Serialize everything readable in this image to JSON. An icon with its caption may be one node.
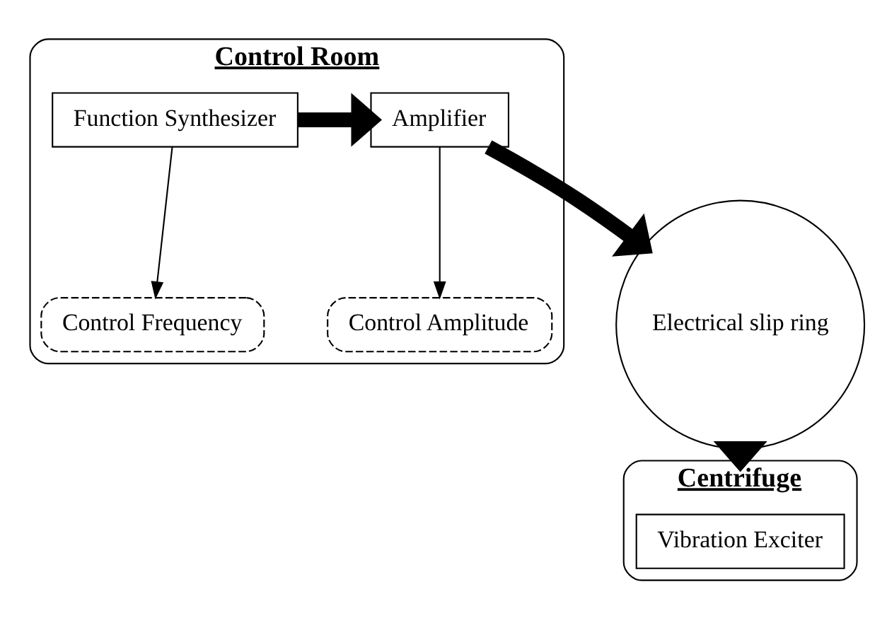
{
  "diagram": {
    "nodes": [
      {
        "text": [
          "Control Room"
        ]
      },
      {
        "text": [
          "Function Synthesizer"
        ],
        "in": 0
      },
      {
        "text": [
          "Control Frequency"
        ],
        "in": 0
      },
      {
        "text": [
          "Amplifier"
        ],
        "in": 0
      },
      {
        "text": [
          "Control Amplitude"
        ],
        "in": 0
      },
      {
        "text": [
          "Electrical slip ring"
        ]
      },
      {
        "text": [
          "Centrifuge"
        ]
      },
      {
        "text": [
          "Vibration Exciter"
        ],
        "in": 6
      }
    ],
    "edges": [
      {
        "from": 1,
        "to": 2,
        "arrow": "to"
      },
      {
        "from": 3,
        "to": 4,
        "arrow": "to"
      },
      {
        "from": 1,
        "to": 3,
        "arrow": "to",
        "style": "thick"
      },
      {
        "from": 3,
        "to": 5,
        "arrow": "to",
        "style": "thick"
      },
      {
        "from": 5,
        "to": 6,
        "arrow": "to",
        "style": "thick"
      }
    ]
  }
}
